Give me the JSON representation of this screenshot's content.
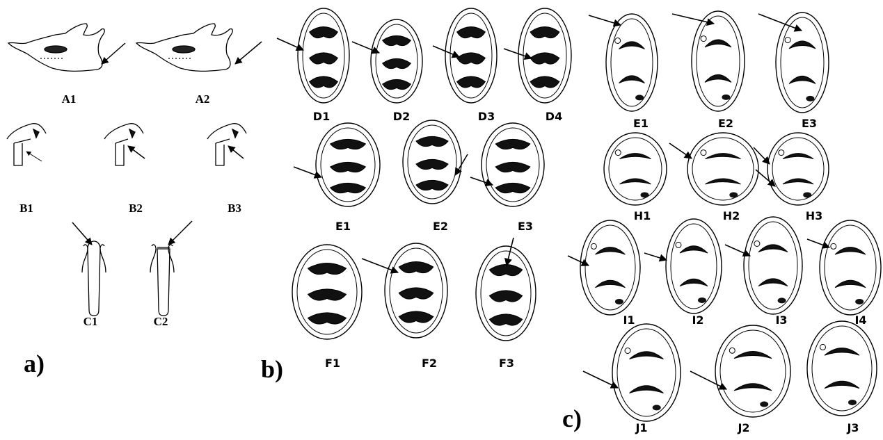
{
  "panels": {
    "a": "a)",
    "b": "b)",
    "c": "c)"
  },
  "labels": {
    "A1": "A1",
    "A2": "A2",
    "B1": "B1",
    "B2": "B2",
    "B3": "B3",
    "C1": "C1",
    "C2": "C2",
    "D1": "D1",
    "D2": "D2",
    "D3": "D3",
    "D4": "D4",
    "E1b": "E1",
    "E2b": "E2",
    "E3b": "E3",
    "F1": "F1",
    "F2": "F2",
    "F3": "F3",
    "E1c": "E1",
    "E2c": "E2",
    "E3c": "E3",
    "H1": "H1",
    "H2": "H2",
    "H3": "H3",
    "I1": "I1",
    "I2": "I2",
    "I3": "I3",
    "I4": "I4",
    "J1": "J1",
    "J2": "J2",
    "J3": "J3"
  }
}
